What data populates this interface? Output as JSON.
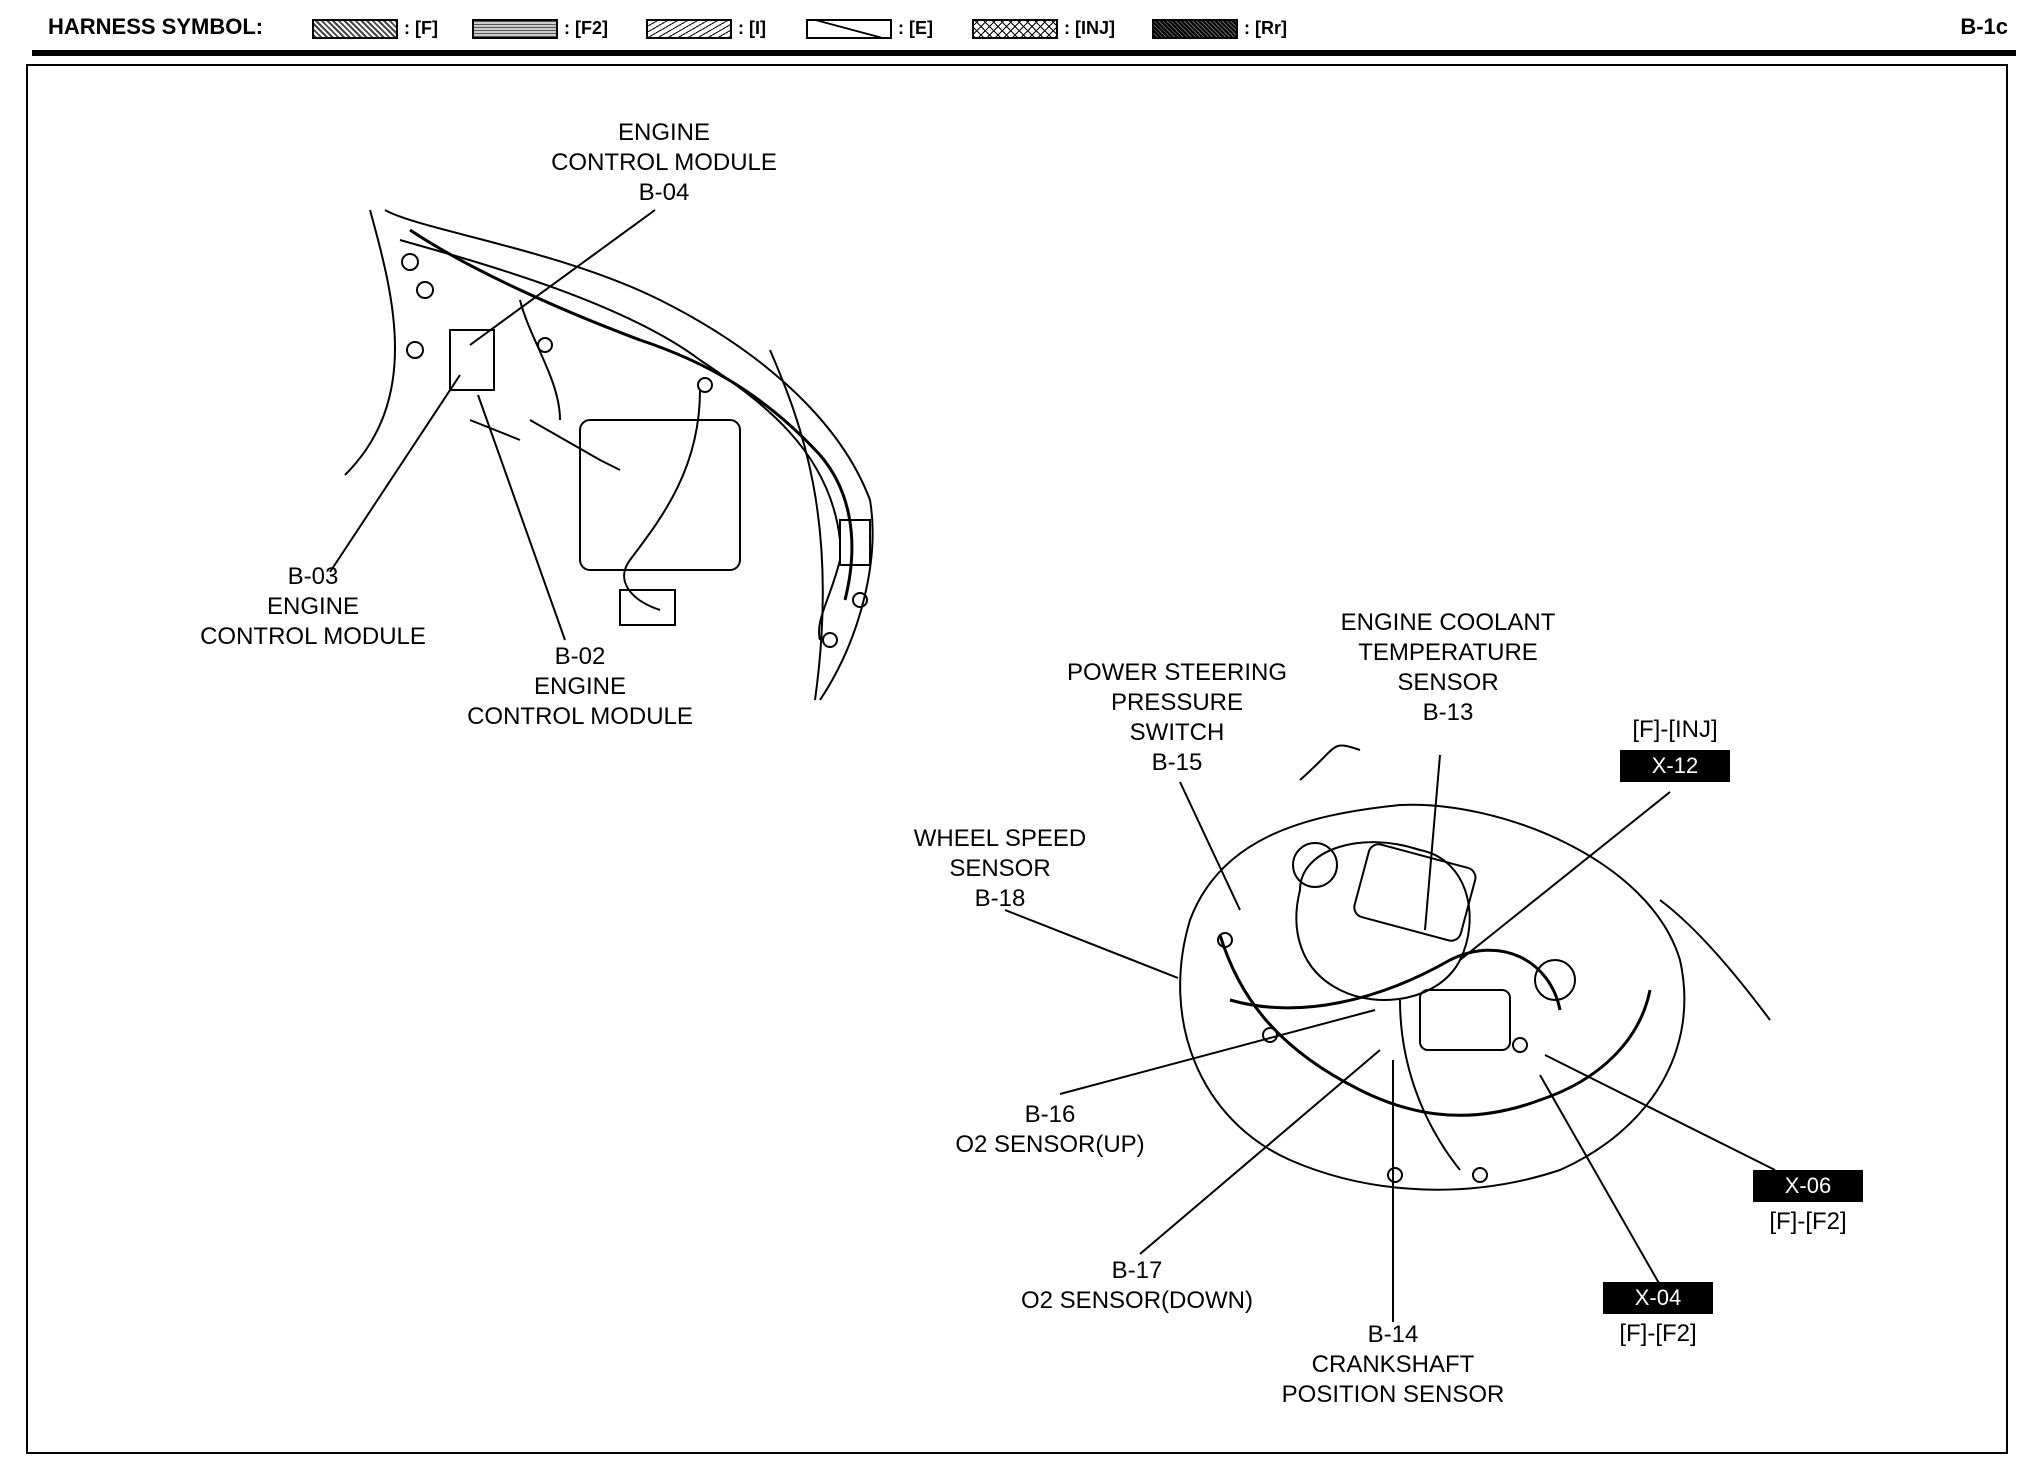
{
  "header": {
    "title": "HARNESS SYMBOL:",
    "page_code": "B-1c",
    "legend": [
      {
        "code": ": [F]",
        "pattern": "F"
      },
      {
        "code": ": [F2]",
        "pattern": "F2"
      },
      {
        "code": ": [I]",
        "pattern": "I"
      },
      {
        "code": ": [E]",
        "pattern": "E"
      },
      {
        "code": ": [INJ]",
        "pattern": "INJ"
      },
      {
        "code": ": [Rr]",
        "pattern": "Rr"
      }
    ]
  },
  "labels": {
    "b04": {
      "l1": "ENGINE",
      "l2": "CONTROL MODULE",
      "l3": "B-04"
    },
    "b03": {
      "l1": "B-03",
      "l2": "ENGINE",
      "l3": "CONTROL MODULE"
    },
    "b02": {
      "l1": "B-02",
      "l2": "ENGINE",
      "l3": "CONTROL MODULE"
    },
    "b13": {
      "l1": "ENGINE COOLANT",
      "l2": "TEMPERATURE",
      "l3": "SENSOR",
      "l4": "B-13"
    },
    "b15": {
      "l1": "POWER STEERING",
      "l2": "PRESSURE",
      "l3": "SWITCH",
      "l4": "B-15"
    },
    "b18": {
      "l1": "WHEEL SPEED",
      "l2": "SENSOR",
      "l3": "B-18"
    },
    "b16": {
      "l1": "B-16",
      "l2": "O2 SENSOR(UP)"
    },
    "b17": {
      "l1": "B-17",
      "l2": "O2 SENSOR(DOWN)"
    },
    "b14": {
      "l1": "B-14",
      "l2": "CRANKSHAFT",
      "l3": "POSITION SENSOR"
    }
  },
  "connectors": {
    "x12": {
      "sub": "[F]-[INJ]",
      "id": "X-12"
    },
    "x06": {
      "id": "X-06",
      "sub": "[F]-[F2]"
    },
    "x04": {
      "id": "X-04",
      "sub": "[F]-[F2]"
    }
  }
}
